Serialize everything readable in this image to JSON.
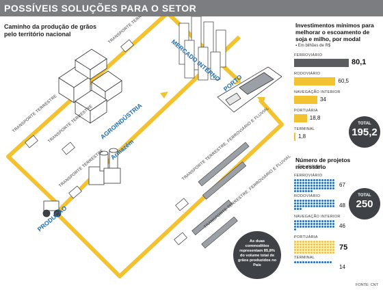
{
  "header": {
    "title": "POSSÍVEIS SOLUÇÕES PARA O SETOR"
  },
  "map": {
    "subtitle": "Caminho da produção de grãos pelo território nacional",
    "labels": {
      "producao": "PRODUÇÃO",
      "armazem": "Armazém",
      "agroindustria": "AGROINDÚSTRIA",
      "mercado_interno": "MERCADO INTERNO",
      "porto": "PORTO"
    },
    "transport": {
      "t1": "TRANSPORTE TERRESTRE",
      "t2": "TRANSPORTE TERRESTRE",
      "t3": "TRANSPORTE TERRESTRE",
      "t4": "TRANSPORTE TERRESTRE",
      "t5": "TRANSPORTE TERRESTRE, FERROVIÁRIO E FLUVIAL",
      "t6": "TRANSPORTE TERRESTRE, FERROVIÁRIO E FLUVIAL"
    },
    "note": "As duas commodities representam 85,8% do volume total de grãos produzidos no País",
    "source": "FONTE: CNT"
  },
  "investments": {
    "title": "Investimentos mínimos para melhorar o escoamento de soja e milho, por modal",
    "unit": "Em bilhões de R$",
    "rows": [
      {
        "label": "FERROVIÁRIO",
        "value": 80.1,
        "display": "80,1",
        "color": "#5a5c60"
      },
      {
        "label": "RODOVIÁRIO",
        "value": 60.5,
        "display": "60,5",
        "color": "#f2c230"
      },
      {
        "label": "NAVEGAÇÃO INTERIOR",
        "value": 34,
        "display": "34",
        "color": "#f2c230"
      },
      {
        "label": "PORTUÁRIA",
        "value": 18.8,
        "display": "18,8",
        "color": "#f2c230"
      },
      {
        "label": "TERMINAL",
        "value": 1.8,
        "display": "1,8",
        "color": "#f2c230"
      }
    ],
    "total_label": "TOTAL",
    "total_value": "195,2"
  },
  "projects": {
    "title": "Número de projetos necessário",
    "unit": "Em unidades",
    "rows": [
      {
        "label": "FERROVIÁRIO",
        "value": 67,
        "display": "67",
        "color": "#1f6fb5"
      },
      {
        "label": "RODOVIÁRIO",
        "value": 48,
        "display": "48",
        "color": "#1f6fb5"
      },
      {
        "label": "NAVEGAÇÃO INTERIOR",
        "value": 46,
        "display": "46",
        "color": "#1f6fb5"
      },
      {
        "label": "PORTUÁRIA",
        "value": 75,
        "display": "75",
        "color": "#f2c230"
      },
      {
        "label": "TERMINAL",
        "value": 14,
        "display": "14",
        "color": "#1f6fb5"
      }
    ],
    "total_label": "TOTAL",
    "total_value": "250"
  }
}
